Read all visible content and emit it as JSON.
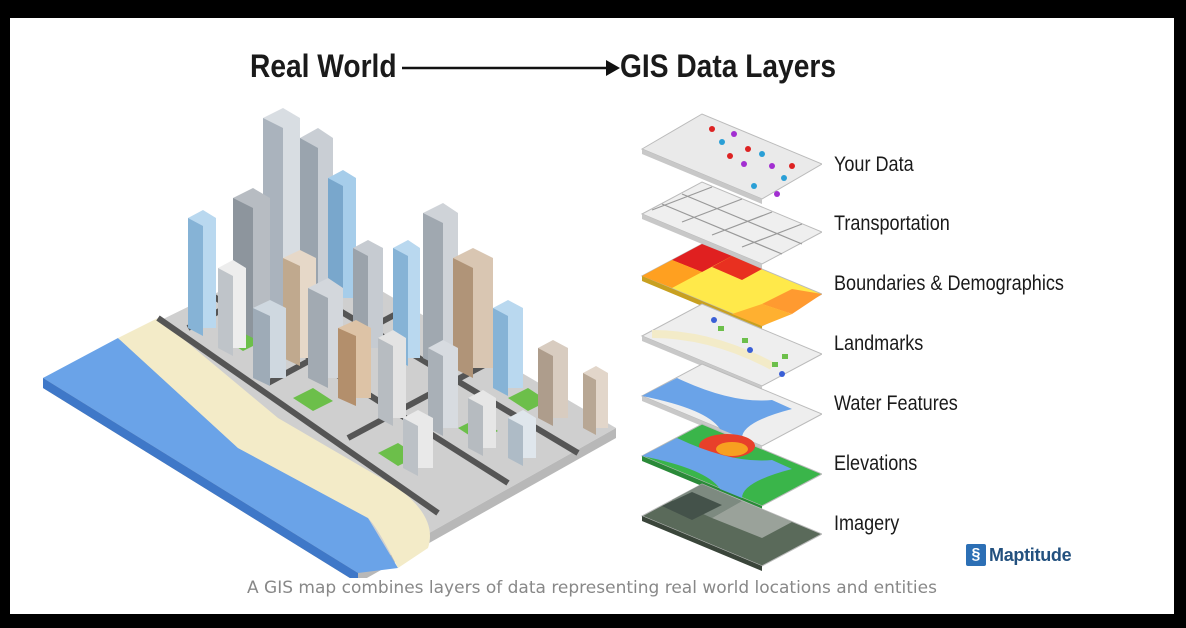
{
  "heading": {
    "left": "Real World",
    "right": "GIS Data Layers"
  },
  "layers": [
    {
      "label": "Your Data",
      "icon": "points-layer"
    },
    {
      "label": "Transportation",
      "icon": "street-grid-layer"
    },
    {
      "label": "Boundaries & Demographics",
      "icon": "choropleth-layer"
    },
    {
      "label": "Landmarks",
      "icon": "landmarks-layer"
    },
    {
      "label": "Water Features",
      "icon": "water-layer"
    },
    {
      "label": "Elevations",
      "icon": "elevation-layer"
    },
    {
      "label": "Imagery",
      "icon": "satellite-layer"
    }
  ],
  "logo": {
    "letter": "§",
    "text": "Maptitude"
  },
  "caption": "A GIS map combines layers of data representing real world locations and entities",
  "colors": {
    "water": "#6aa3e8",
    "sand": "#f3ebc8",
    "heat_low": "#ffe94a",
    "heat_mid": "#ffa020",
    "heat_high": "#e02020",
    "logo_blue": "#2c6fb5"
  }
}
